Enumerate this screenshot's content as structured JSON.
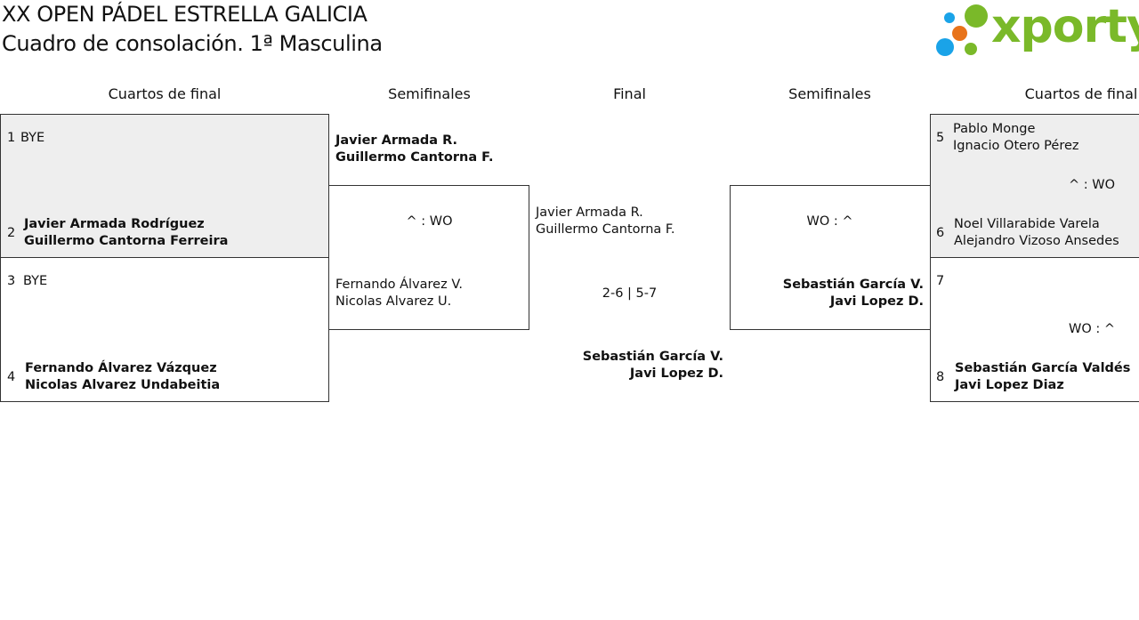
{
  "header": {
    "title": "XX OPEN PÁDEL ESTRELLA GALICIA",
    "subtitle": "Cuadro de consolación. 1ª Masculina",
    "logo_text": "xporty",
    "logo_colors": {
      "green": "#7ab929",
      "blue": "#1aa3e8",
      "orange": "#e8731a"
    }
  },
  "rounds": {
    "left_quarters": "Cuartos de final",
    "left_semis": "Semifinales",
    "final": "Final",
    "right_semis": "Semifinales",
    "right_quarters": "Cuartos de final"
  },
  "left_quarters": {
    "match1": {
      "slot1": {
        "seed": "1",
        "name": "BYE"
      },
      "slot2": {
        "seed": "2",
        "line1": "Javier Armada Rodríguez",
        "line2": "Guillermo Cantorna Ferreira"
      }
    },
    "match2": {
      "slot1": {
        "seed": "3",
        "name": "BYE"
      },
      "slot2": {
        "seed": "4",
        "line1": "Fernando Álvarez Vázquez",
        "line2": "Nicolas Alvarez Undabeitia"
      }
    }
  },
  "left_semis": {
    "top": {
      "line1": "Javier Armada R.",
      "line2": "Guillermo Cantorna F."
    },
    "score": "^ : WO",
    "bottom": {
      "line1": "Fernando Álvarez V.",
      "line2": "Nicolas Alvarez U."
    }
  },
  "final": {
    "top": {
      "line1": "Javier Armada R.",
      "line2": "Guillermo Cantorna F."
    },
    "score": "2-6 | 5-7",
    "winner": {
      "line1": "Sebastián García V.",
      "line2": "Javi Lopez D."
    }
  },
  "right_semis": {
    "score": "WO : ^",
    "bottom": {
      "line1": "Sebastián García V.",
      "line2": "Javi Lopez D."
    }
  },
  "right_quarters": {
    "match1": {
      "slot1": {
        "seed": "5",
        "line1": "Pablo Monge",
        "line2": "Ignacio Otero Pérez"
      },
      "score": "^ : WO",
      "slot2": {
        "seed": "6",
        "line1": "Noel Villarabide Varela",
        "line2": "Alejandro Vizoso Ansedes"
      }
    },
    "match2": {
      "slot1": {
        "seed": "7"
      },
      "score": "WO : ^",
      "slot2": {
        "seed": "8",
        "line1": "Sebastián García Valdés",
        "line2": "Javi Lopez Diaz"
      }
    }
  }
}
